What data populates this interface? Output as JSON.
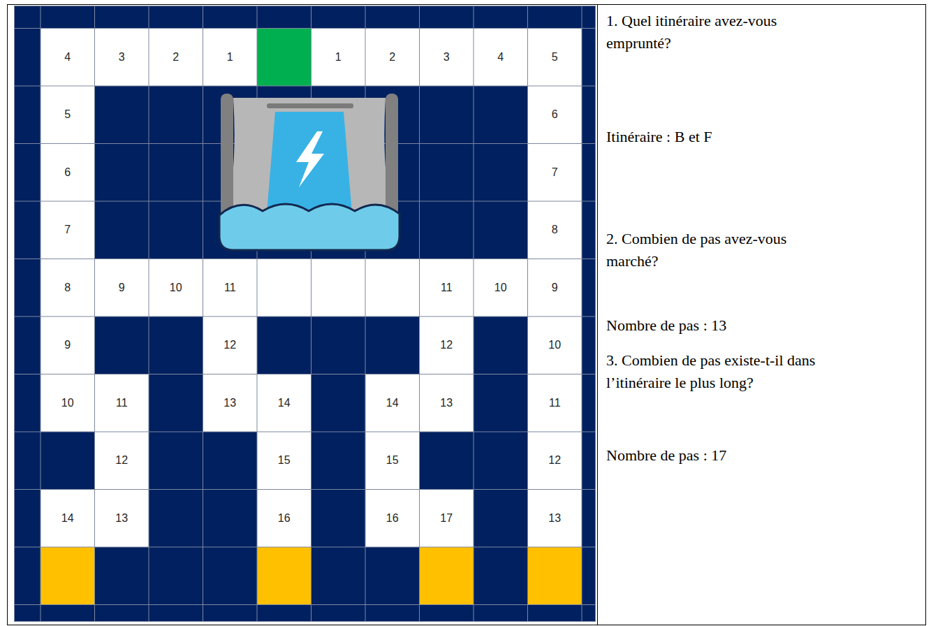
{
  "diagram": {
    "labels": [
      "4",
      "3",
      "2",
      "1",
      "1",
      "2",
      "3",
      "4",
      "5",
      "5",
      "6",
      "6",
      "7",
      "7",
      "8",
      "8",
      "9",
      "10",
      "11",
      "11",
      "10",
      "9",
      "9",
      "12",
      "12",
      "10",
      "10",
      "11",
      "13",
      "14",
      "14",
      "13",
      "11",
      "12",
      "15",
      "15",
      "12",
      "14",
      "13",
      "16",
      "16",
      "17",
      "13",
      "1. Quel itinéraire avez-vous emprunté?",
      "Itinéraire : B et F",
      "2. Combien de pas avez-vous marché?",
      "Nombre de pas : 13",
      "3. Combien de pas existe-t-il dans l’itinéraire le plus long?",
      "Nombre de pas : 17"
    ]
  }
}
